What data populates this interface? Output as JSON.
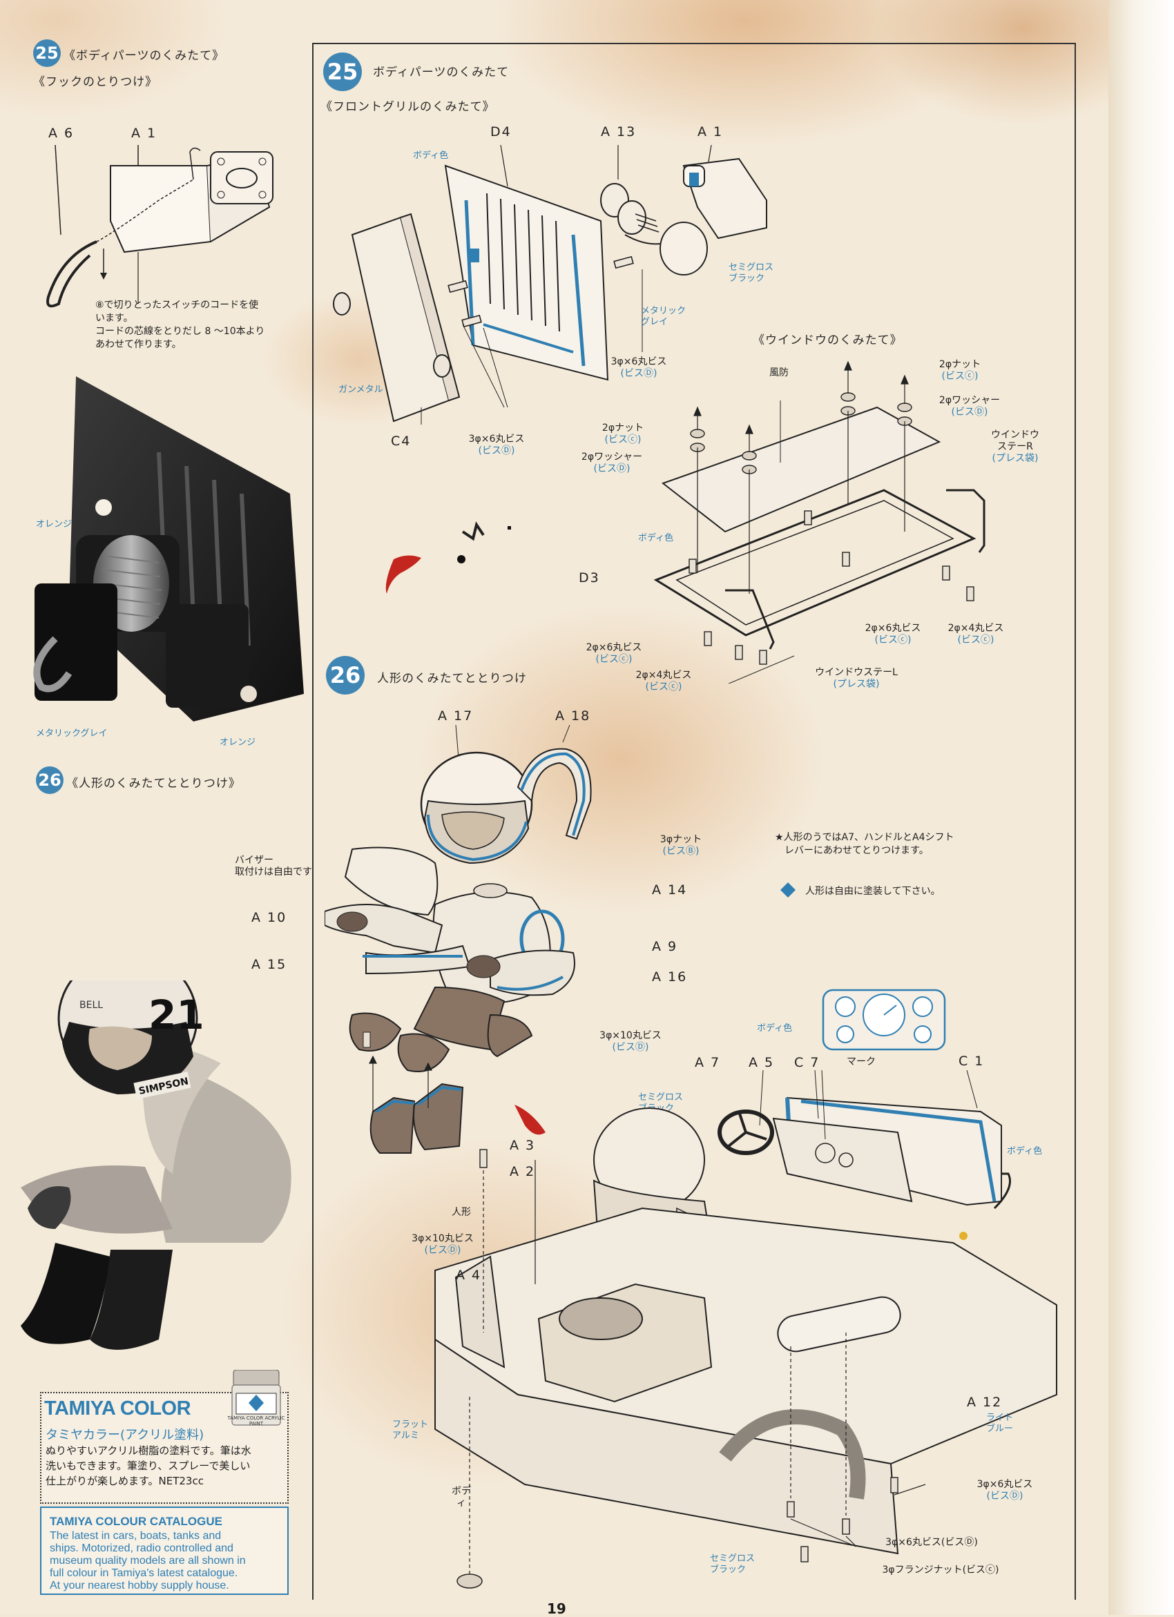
{
  "left": {
    "step25": {
      "num": "25",
      "title": "《ボディパーツのくみたて》",
      "subtitle": "《フックのとりつけ》"
    },
    "labels": {
      "a6": "A 6",
      "a1": "A 1"
    },
    "note_lines": [
      "⑧で切りとったスイッチのコードを使",
      "います。",
      "コードの芯線をとりだし 8 〜10本より",
      "あわせて作ります。"
    ],
    "photo_labels": {
      "orange1": "オレンジ",
      "metallic": "メタリックグレイ",
      "orange2": "オレンジ"
    },
    "step26": {
      "num": "26",
      "title": "《人形のくみたてととりつけ》"
    },
    "helmet_number": "21",
    "helmet_brand": "SIMPSON",
    "helmet_bell": "BELL",
    "tamiya_color": {
      "brand": "TAMIYA COLOR",
      "sub": "タミヤカラー(アクリル塗料)",
      "lines": [
        "ぬりやすいアクリル樹脂の塗料です。筆は水",
        "洗いもできます。筆塗り、スプレーで美しい",
        "仕上がりが楽しめます。NET23cc"
      ],
      "jar_label": "TAMIYA COLOR ACRYLIC PAINT"
    },
    "catalogue": {
      "title": "TAMIYA COLOUR CATALOGUE",
      "lines": [
        "The latest in cars, boats, tanks and",
        "ships. Motorized, radio controlled and",
        "museum quality models are all shown in",
        "full colour in Tamiya's latest catalogue.",
        "At your nearest hobby supply house."
      ]
    }
  },
  "right": {
    "step25": {
      "num": "25",
      "title": "ボディパーツのくみたて",
      "subtitle": "《フロントグリルのくみたて》"
    },
    "grille": {
      "d4": "D4",
      "a13": "A 13",
      "a1": "A 1",
      "c4": "C4",
      "body_color": "ボディ色",
      "gunmetal": "ガンメタル",
      "semigloss_black": [
        "セミグロス",
        "ブラック"
      ],
      "metallic_grey": [
        "メタリック",
        "グレイ"
      ],
      "screw_a": [
        "3φ×6丸ビス",
        "(ビスⒹ)"
      ],
      "screw_b": [
        "3φ×6丸ビス",
        "(ビスⒹ)"
      ]
    },
    "window": {
      "subtitle": "《ウインドウのくみたて》",
      "windshield": "風防",
      "nut_top": [
        "2φナット",
        "(ビスⓒ)"
      ],
      "washer_top": [
        "2φワッシャー",
        "(ビスⒹ)"
      ],
      "nut_left": [
        "2φナット",
        "(ビスⓒ)"
      ],
      "washer_left": [
        "2φワッシャー",
        "(ビスⒹ)"
      ],
      "stay_r": [
        "ウインドウ",
        "ステーR",
        "(プレス袋)"
      ],
      "body_color": "ボディ色",
      "d3": "D3",
      "screw6_c": [
        "2φ×6丸ビス",
        "(ビスⓒ)"
      ],
      "screw4_c": [
        "2φ×4丸ビス",
        "(ビスⓒ)"
      ],
      "screw6_left": [
        "2φ×6丸ビス",
        "(ビスⓒ)"
      ],
      "screw4_left": [
        "2φ×4丸ビス",
        "(ビスⓒ)"
      ],
      "stay_l": [
        "ウインドウステーL",
        "(プレス袋)"
      ]
    },
    "step26": {
      "num": "26",
      "title": "人形のくみたてととりつけ"
    },
    "figure": {
      "a17": "A 17",
      "a18": "A 18",
      "nut": [
        "3φナット",
        "(ビスⒷ)"
      ],
      "visor": [
        "バイザー",
        "取付けは自由です"
      ],
      "a14": "A 14",
      "a10": "A 10",
      "a9": "A 9",
      "a15": "A 15",
      "a16": "A 16",
      "screw10": [
        "3φ×10丸ビス",
        "(ビスⒹ)"
      ],
      "a3": "A 3",
      "a2": "A 2"
    },
    "notes": {
      "arms": [
        "★人形のうではA7、ハンドルとA4シフト",
        "レバーにあわせてとりつけます。"
      ],
      "paint": "人形は自由に塗装して下さい。"
    },
    "body": {
      "body_color_gauge": "ボディ色",
      "mark": "マーク",
      "a7": "A 7",
      "a5": "A 5",
      "c7": "C 7",
      "c1": "C 1",
      "semigloss_black": [
        "セミグロス",
        "ブラック"
      ],
      "body_color": "ボディ色",
      "figure": "人形",
      "screw10": [
        "3φ×10丸ビス",
        "(ビスⒹ)"
      ],
      "a4": "A 4",
      "a12": "A 12",
      "light_blue": [
        "ライト",
        "ブルー"
      ],
      "flat_alu": [
        "フラット",
        "アルミ"
      ],
      "body": "ボディ",
      "screw6_d": [
        "3φ×6丸ビス",
        "(ビスⒹ)"
      ],
      "screw6_d2": "3φ×6丸ビス(ビスⒹ)",
      "flange_nut": "3φフランジナット(ビスⓒ)",
      "semigloss_black2": [
        "セミグロス",
        "ブラック"
      ]
    },
    "page_number": "19"
  }
}
